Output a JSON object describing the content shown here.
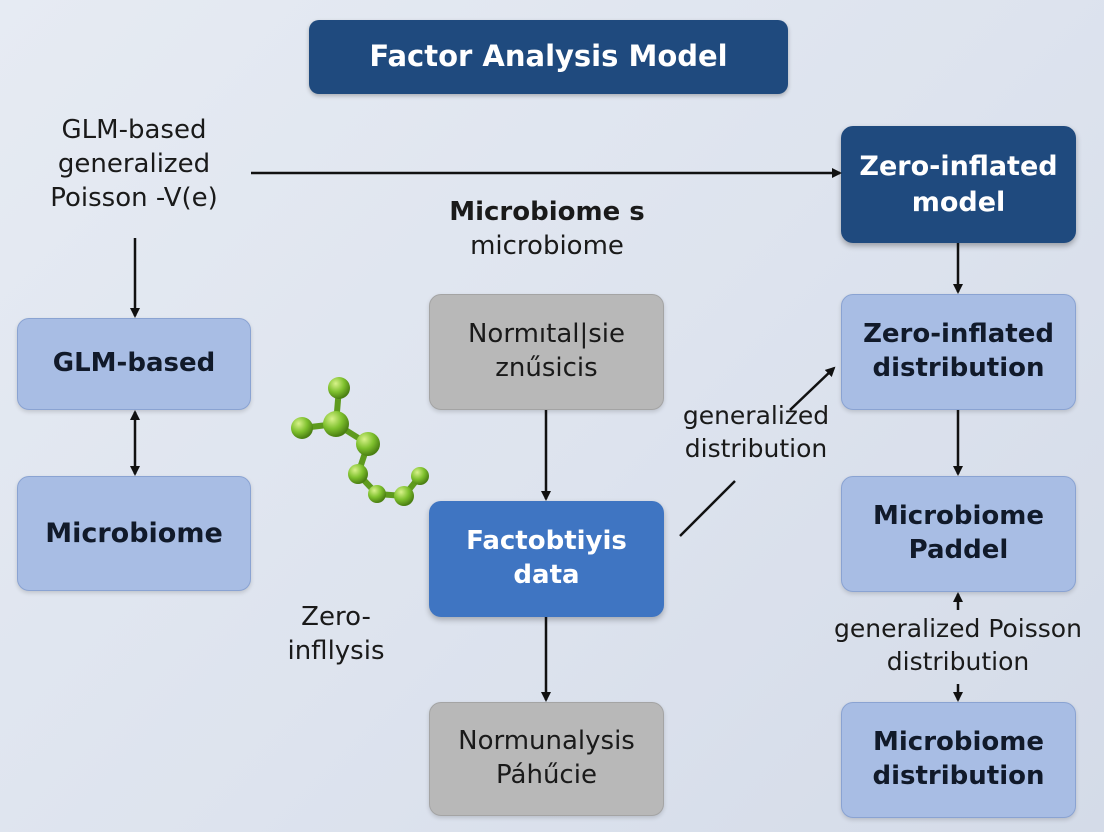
{
  "title": "Factor Analysis Model",
  "left_column": {
    "top_text": [
      "GLM-based",
      "generalized",
      "Poisson -V(е)"
    ],
    "box_glm": "GLM-based",
    "box_microbiome": "Microbiome",
    "zero_text": [
      "Zero-",
      "infllysis"
    ]
  },
  "center_column": {
    "heading": [
      "Microbiome s",
      "microbiome"
    ],
    "box_top": [
      "Normıtal|sie",
      "znűsicis"
    ],
    "box_mid": [
      "Factobtiyis",
      "data"
    ],
    "box_bottom": [
      "Normunalysis",
      "Páhűcie"
    ],
    "arrow_label": [
      "generalized",
      "distribution"
    ]
  },
  "right_column": {
    "box_zero_model": [
      "Zero-inflated",
      "model"
    ],
    "box_zero_dist": [
      "Zero-inflated",
      "distribution"
    ],
    "box_microbiome_paddel": [
      "Microbiome",
      "Paddel"
    ],
    "poisson_label": [
      "generalized Poisson",
      "distribution"
    ],
    "box_microbiome_dist": [
      "Microbiome",
      "distribution"
    ]
  },
  "colors": {
    "dark_blue": "#1f4a7e",
    "mid_blue": "#3f75c2",
    "light_blue": "#a8bde4",
    "grey": "#b8b8b8",
    "molecule_green": "#7fc12e"
  },
  "icons": [
    "molecule-icon"
  ]
}
